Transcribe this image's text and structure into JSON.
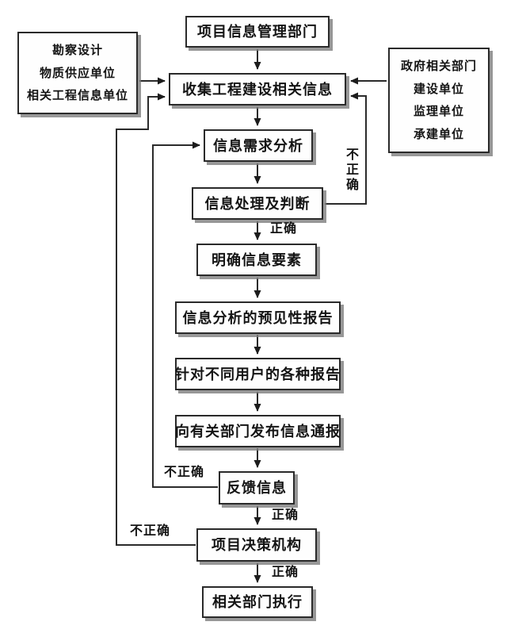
{
  "flowchart": {
    "background_color": "#ffffff",
    "line_color": "#2b2b2b",
    "box_border_color": "#2a2a2a",
    "box_shadow_color": "#7d7d7d",
    "text_color": "#141414",
    "nodes": {
      "management_dept": "项目信息管理部门",
      "collect_info": "收集工程建设相关信息",
      "demand_analysis": "信息需求分析",
      "process_judge": "信息处理及判断",
      "clarify_elements": "明确信息要素",
      "forecast_report": "信息分析的预见性报告",
      "user_reports": "针对不同用户的各种报告",
      "publish_notice": "向有关部门发布信息通报",
      "feedback": "反馈信息",
      "decision_body": "项目决策机构",
      "dept_execute": "相关部门执行",
      "left_sources": [
        "勘察设计",
        "物质供应单位",
        "相关工程信息单位"
      ],
      "right_sources": [
        "政府相关部门",
        "建设单位",
        "监理单位",
        "承建单位"
      ]
    },
    "edge_labels": {
      "correct": "正确",
      "incorrect": "不正确"
    }
  }
}
